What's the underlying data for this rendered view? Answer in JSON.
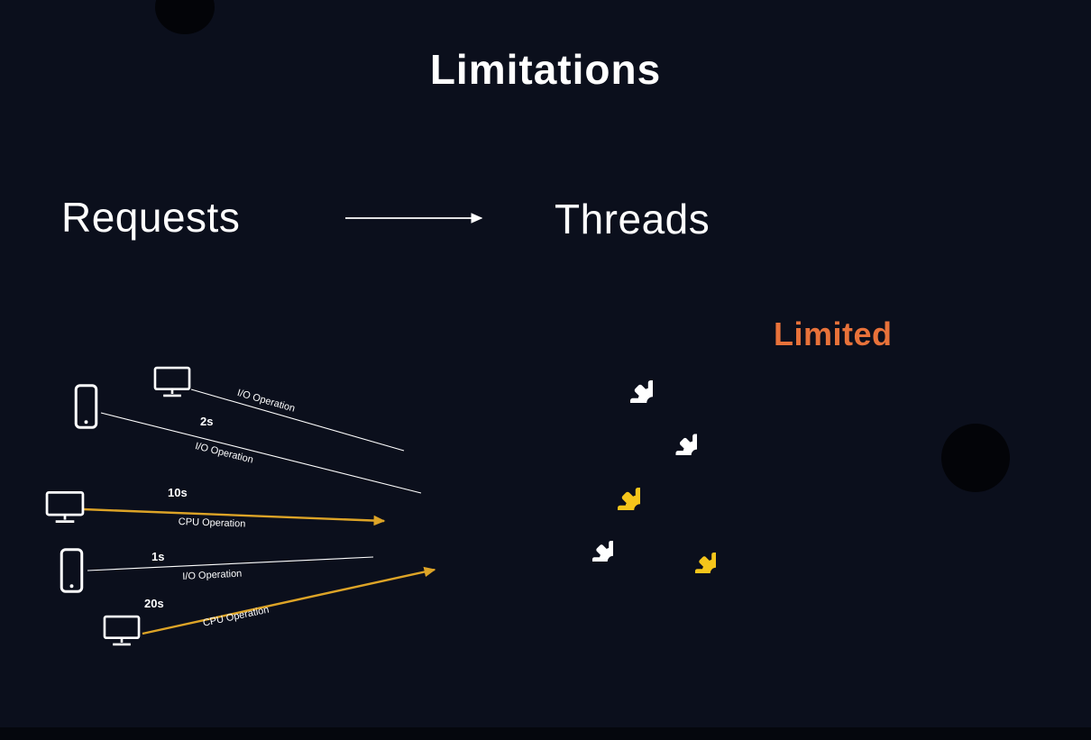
{
  "slide": {
    "title": "Limitations",
    "left_heading": "Requests",
    "right_heading": "Threads",
    "limited_label": "Limited"
  },
  "colors": {
    "background": "#0b0f1c",
    "heading_text": "#ffffff",
    "limited_orange": "#e8723a",
    "cpu_arrow_yellow": "#dda427",
    "gear_yellow": "#f5c51b",
    "gear_white": "#ffffff"
  },
  "requests": [
    {
      "device": "monitor-icon",
      "duration": "",
      "operation": "I/O Operation",
      "line_type": "io"
    },
    {
      "device": "phone-icon",
      "duration": "2s",
      "operation": "I/O Operation",
      "line_type": "io"
    },
    {
      "device": "monitor-icon",
      "duration": "10s",
      "operation": "CPU Operation",
      "line_type": "cpu"
    },
    {
      "device": "phone-icon",
      "duration": "1s",
      "operation": "I/O Operation",
      "line_type": "io"
    },
    {
      "device": "monitor-icon",
      "duration": "20s",
      "operation": "CPU Operation",
      "line_type": "cpu"
    }
  ],
  "threads": {
    "gears": [
      {
        "color": "white"
      },
      {
        "color": "white"
      },
      {
        "color": "yellow"
      },
      {
        "color": "white"
      },
      {
        "color": "yellow"
      }
    ]
  }
}
